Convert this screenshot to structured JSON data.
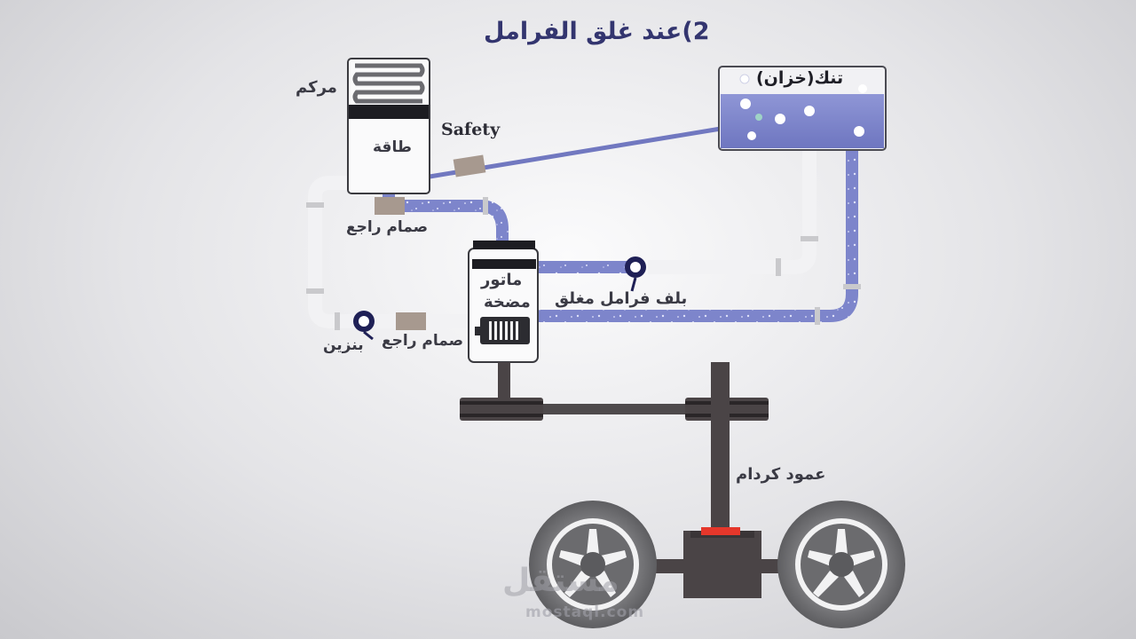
{
  "title": "2)عند غلق الفرامل",
  "labels": {
    "condenser": "مركم",
    "plate": "طاقة",
    "safety": "Safety",
    "tank": "تنك(خزان)",
    "check_valve_top": "صمام راجع",
    "pump_motor_line1": "ماتور",
    "pump_motor_line2": "مضخة",
    "brake_valve": "بلف فرامل مغلق",
    "check_valve_bottom": "صمام راجع",
    "fuel": "بنزين",
    "driveshaft": "عمود كردام"
  },
  "watermark": {
    "arabic": "مستقل",
    "latin": "mostaql.com"
  },
  "colors": {
    "fluid": "#7c84c8",
    "pipe_empty": "#f1f1f3",
    "title": "#33356f",
    "valve_dark": "#2a2a5a",
    "check_valve": "#a7998f",
    "metal_dark": "#4a4446",
    "tire": "#6d6d6f",
    "indicator": "#e5372b"
  }
}
